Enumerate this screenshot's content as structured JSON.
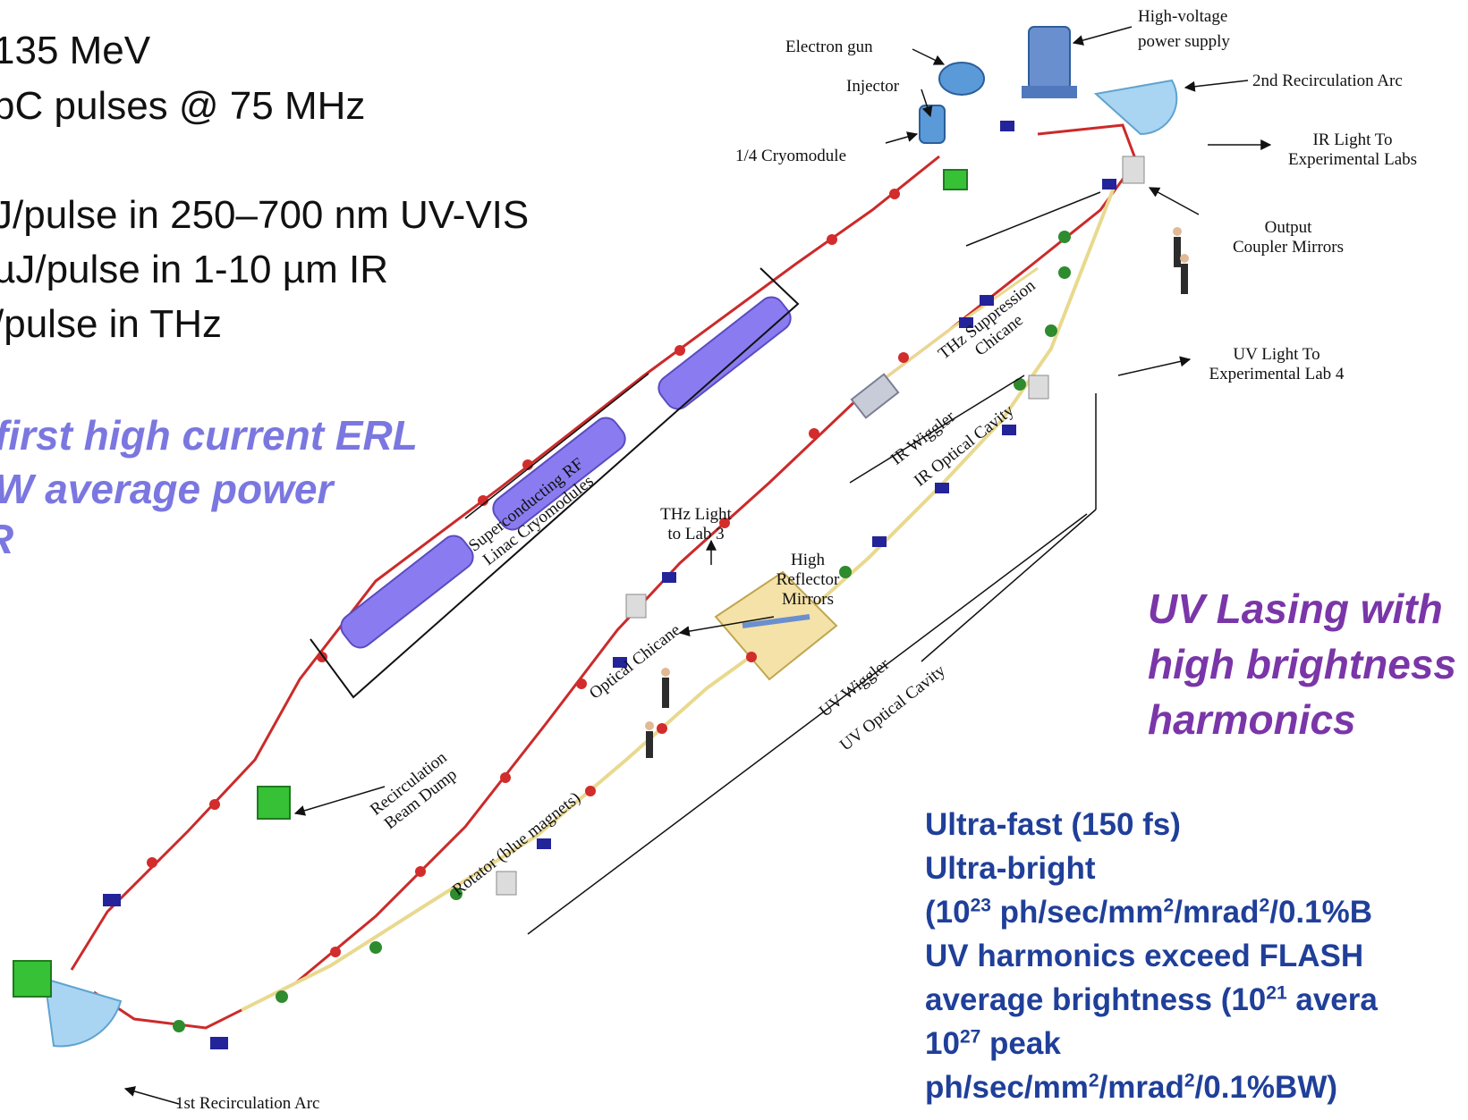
{
  "specs": [
    "135 MeV",
    "pC pulses @ 75 MHz",
    "J/pulse in 250–700 nm UV-VIS",
    "µJ/pulse in 1-10 µm IR",
    "/pulse in THz"
  ],
  "feature_lines": [
    "first high current ERL",
    "W average power",
    "R"
  ],
  "uv_lasing_lines": [
    "UV Lasing with",
    "high brightness",
    "harmonics"
  ],
  "uv_properties": {
    "line1": "Ultra-fast (150 fs)",
    "line2": "Ultra-bright",
    "line3_a": "(10",
    "line3_sup1": "23",
    "line3_b": " ph/sec/mm",
    "line3_sup2": "2",
    "line3_c": "/mrad",
    "line3_sup3": "2",
    "line3_d": "/0.1%B",
    "line4": "UV harmonics exceed FLASH",
    "line5_a": "average brightness (10",
    "line5_sup": "21",
    "line5_b": " avera",
    "line6_a": "10",
    "line6_sup": "27",
    "line6_b": " peak",
    "line7_a": "ph/sec/mm",
    "line7_sup1": "2",
    "line7_b": "/mrad",
    "line7_sup2": "2",
    "line7_c": "/0.1%BW)"
  },
  "labels": {
    "electron_gun": "Electron gun",
    "injector": "Injector",
    "cryomodule_quarter": "1/4 Cryomodule",
    "hv_supply_1": "High-voltage",
    "hv_supply_2": "power supply",
    "second_arc": "2nd Recirculation Arc",
    "ir_light_1": "IR Light To",
    "ir_light_2": "Experimental Labs",
    "output_coupler_1": "Output",
    "output_coupler_2": "Coupler Mirrors",
    "uv_light_1": "UV Light To",
    "uv_light_2": "Experimental Lab 4",
    "thz_chicane_1": "THz Suppression",
    "thz_chicane_2": "Chicane",
    "ir_wiggler": "IR Wiggler",
    "ir_cavity": "IR Optical Cavity",
    "linac_1": "Superconducting RF",
    "linac_2": "Linac Cryomodules",
    "thz_light_1": "THz Light",
    "thz_light_2": "to Lab 3",
    "high_reflector_1": "High",
    "high_reflector_2": "Reflector",
    "high_reflector_3": "Mirrors",
    "optical_chicane": "Optical Chicane",
    "uv_wiggler": "UV Wiggler",
    "uv_cavity": "UV Optical Cavity",
    "recirc_dump_1": "Recirculation",
    "recirc_dump_2": "Beam Dump",
    "rotator": "Rotator (blue magnets)",
    "first_arc": "1st Recirculation Arc"
  },
  "colors": {
    "spec_text": "#111111",
    "feature_text": "#7b77e0",
    "uv_lasing_text": "#7a36a8",
    "properties_text": "#1f3f99",
    "cryomodule": "#8a7cf0",
    "dipole": "#23239a",
    "quad": "#2e8b2e",
    "sext": "#d22c2c",
    "arc": "#a9d5f2",
    "dump": "#36c136",
    "beamline": "#cc2a2a",
    "optical_line": "#e9d98f"
  }
}
